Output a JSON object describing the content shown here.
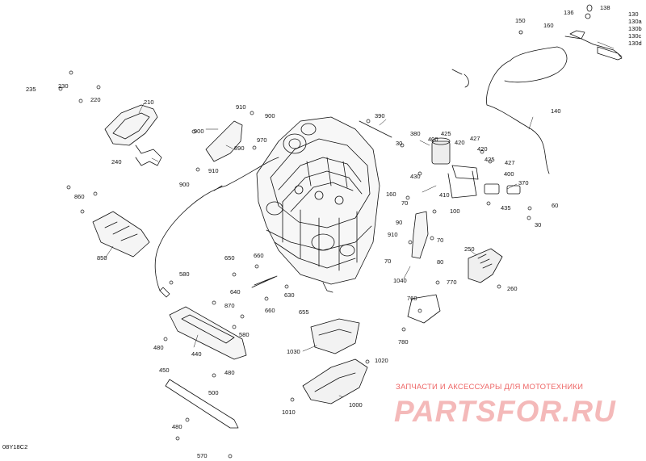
{
  "diagram": {
    "code": "08Y18C2",
    "watermark": {
      "subtitle": "ЗАПЧАСТИ И АКСЕССУАРЫ ДЛЯ МОТОТЕХНИКИ",
      "logo": "PARTSFOR.RU"
    },
    "stack_130": [
      "130",
      "130a",
      "130b",
      "130c",
      "130d"
    ],
    "labels": {
      "l138": "138",
      "l136": "136",
      "l150": "150",
      "l160": "160",
      "l140": "140",
      "l235": "235",
      "l230": "230",
      "l220": "220",
      "l210": "210",
      "l240": "240",
      "l910a": "910",
      "l900a": "900",
      "l900b": "900",
      "l890": "890",
      "l970": "970",
      "l910b": "910",
      "l900c": "900",
      "l860": "860",
      "l850": "850",
      "l390": "390",
      "l380": "380",
      "l30a": "30",
      "l400a": "400",
      "l425a": "425",
      "l427a": "427",
      "l420a": "420",
      "l420b": "420",
      "l425b": "425",
      "l427b": "427",
      "l400b": "400",
      "l430": "430",
      "l410": "410",
      "l370": "370",
      "l160b": "160",
      "l70a": "70",
      "l60": "60",
      "l435": "435",
      "l30b": "30",
      "l100": "100",
      "l90": "90",
      "l910c": "910",
      "l70b": "70",
      "l70c": "70",
      "l80": "80",
      "l1040": "1040",
      "l770": "770",
      "l250": "250",
      "l260": "260",
      "l760": "760",
      "l780": "780",
      "l580a": "580",
      "l650": "650",
      "l660a": "660",
      "l640": "640",
      "l630": "630",
      "l870": "870",
      "l660b": "660",
      "l655": "655",
      "l580b": "580",
      "l440": "440",
      "l480a": "480",
      "l1030": "1030",
      "l1020": "1020",
      "l450": "450",
      "l480b": "480",
      "l500": "500",
      "l480c": "480",
      "l1010": "1010",
      "l1000": "1000",
      "l570": "570"
    }
  }
}
